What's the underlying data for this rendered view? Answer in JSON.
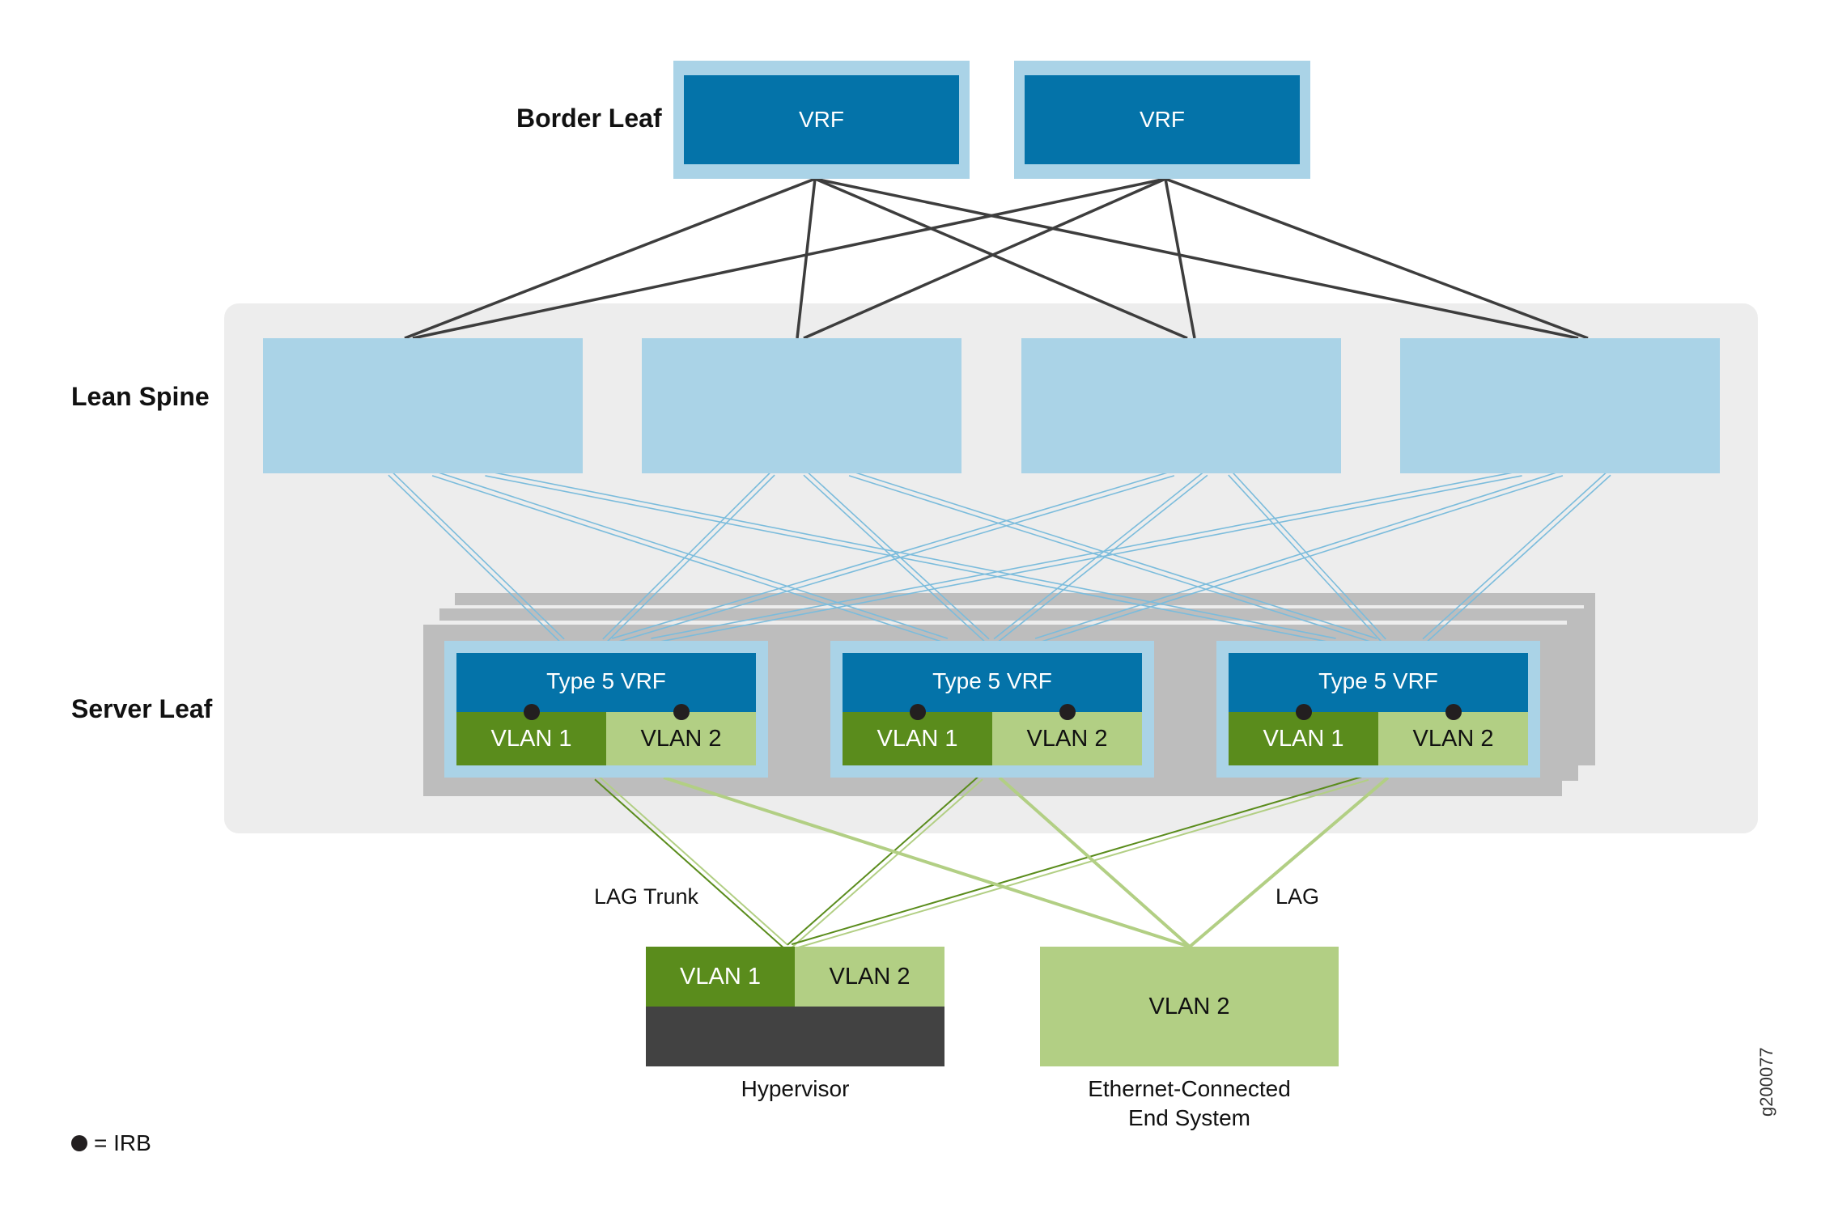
{
  "labels": {
    "border_leaf": "Border Leaf",
    "lean_spine": "Lean Spine",
    "server_leaf": "Server Leaf"
  },
  "border_leaf": {
    "devices": [
      {
        "label": "VRF"
      },
      {
        "label": "VRF"
      }
    ]
  },
  "lean_spine": {
    "device_count": 4
  },
  "server_leaf": {
    "devices": [
      {
        "vrf": "Type 5 VRF",
        "vlan1": "VLAN 1",
        "vlan2": "VLAN 2"
      },
      {
        "vrf": "Type 5 VRF",
        "vlan1": "VLAN 1",
        "vlan2": "VLAN 2"
      },
      {
        "vrf": "Type 5 VRF",
        "vlan1": "VLAN 1",
        "vlan2": "VLAN 2"
      }
    ]
  },
  "links": {
    "lag_trunk": "LAG Trunk",
    "lag": "LAG"
  },
  "endpoints": {
    "hypervisor": {
      "vlan1": "VLAN 1",
      "vlan2": "VLAN 2",
      "caption": "Hypervisor"
    },
    "end_system": {
      "vlan": "VLAN 2",
      "caption_line1": "Ethernet-Connected",
      "caption_line2": "End System"
    }
  },
  "legend": {
    "irb": "= IRB"
  },
  "figure_id": "g200077",
  "colors": {
    "vrf_blue": "#0473a9",
    "light_blue": "#aad3e7",
    "vlan1_green": "#5a8c1c",
    "vlan2_green": "#b2cf84",
    "link_dark": "#3d3d3d",
    "fabric_link": "#7bbcdc",
    "spine_bg": "#ededed",
    "stack_gray": "#bdbdbd",
    "hypervisor_body": "#424242"
  }
}
